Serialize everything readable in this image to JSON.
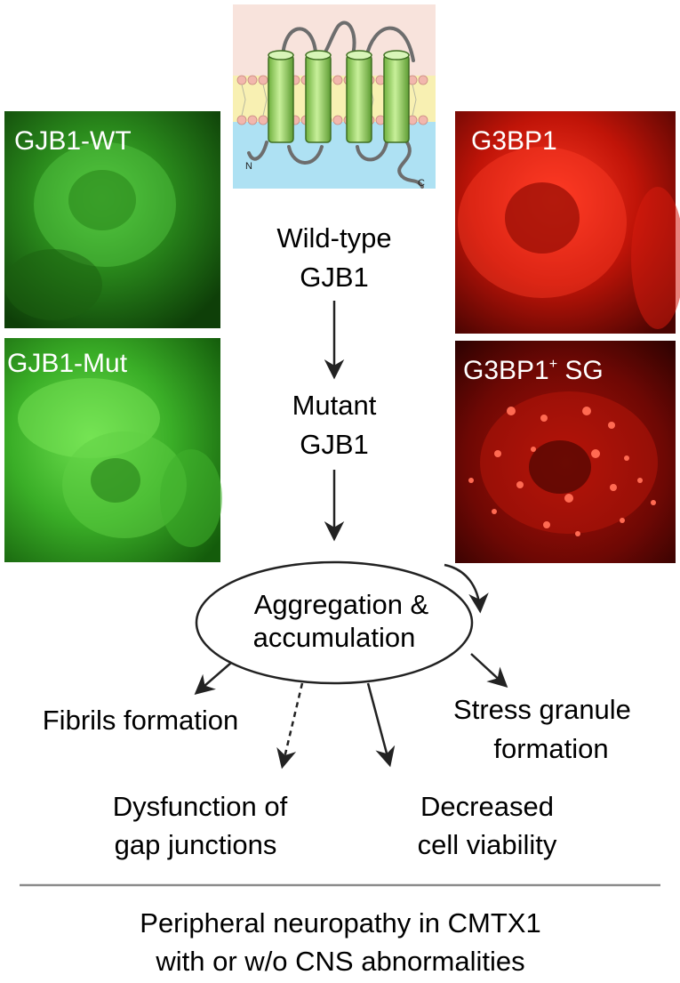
{
  "panels": {
    "wt_label": "GJB1-WT",
    "mut_label": "GJB1-Mut",
    "g3bp1_label": "G3BP1",
    "sg_label_main": "G3BP1",
    "sg_label_sup": "+",
    "sg_label_tail": " SG"
  },
  "topology": {
    "n_label": "N",
    "c_label": "C"
  },
  "flow": {
    "wildtype_line1": "Wild-type",
    "wildtype_line2": "GJB1",
    "mutant_line1": "Mutant",
    "mutant_line2": "GJB1",
    "aggregation_line1": "Aggregation &",
    "aggregation_line2": "accumulation"
  },
  "outcomes": {
    "fibrils": "Fibrils formation",
    "stress_line1": "Stress granule",
    "stress_line2": "formation",
    "dysfunction_line1": "Dysfunction of",
    "dysfunction_line2": "gap junctions",
    "viability_line1": "Decreased",
    "viability_line2": "cell viability"
  },
  "conclusion": {
    "line1": "Peripheral neuropathy in CMTX1",
    "line2": "with or w/o CNS abnormalities"
  },
  "colors": {
    "green_panel": "#1f6b12",
    "red_panel": "#8a0a05",
    "membrane_top": "#f8e3dc",
    "membrane_mid": "#f8f0b2",
    "membrane_bottom": "#aee1f3",
    "helix": "#9bd66a",
    "arrow": "#222222"
  }
}
